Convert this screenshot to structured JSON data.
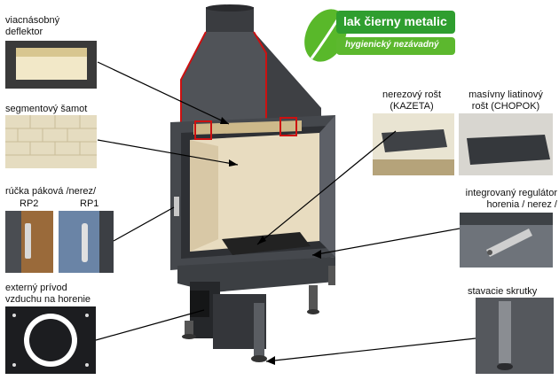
{
  "badge": {
    "line1": "lak čierny metalic",
    "line2": "hygienický nezávadný",
    "color": "#2f9e2f"
  },
  "labels": {
    "deflector": [
      "viacnásobný",
      "deflektor"
    ],
    "chamotte": "segmentový šamot",
    "handle": [
      "rúčka páková /nerez/"
    ],
    "handle_rp2": "RP2",
    "handle_rp1": "RP1",
    "air": [
      "externý prívod",
      "vzduchu na horenie"
    ],
    "steel_grate": [
      "nerezový rošt",
      "(KAZETA)"
    ],
    "cast_grate": [
      "masívny liatinový",
      "rošt (CHOPOK)"
    ],
    "regulator": [
      "integrovaný regulátor",
      "horenia / nerez /"
    ],
    "screws": "stavacie skrutky"
  },
  "colors": {
    "stove_body": "#4a4d52",
    "stove_dark": "#2e3034",
    "chamotte": "#e8dcc0",
    "accent_red": "#cc1111"
  }
}
